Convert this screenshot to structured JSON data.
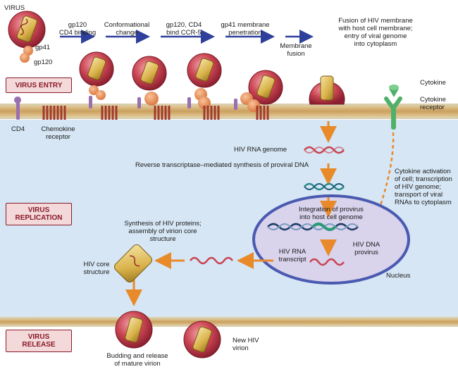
{
  "header": {
    "virus": "VIRUS",
    "gp41": "gp41",
    "gp120": "gp120"
  },
  "steps": {
    "s1a": "gp120",
    "s1b": "CD4 binding",
    "s2a": "Conformational",
    "s2b": "change",
    "s3a": "gp120, CD4",
    "s3b": "bind CCR-5",
    "s4a": "gp41 membrane",
    "s4b": "penetration",
    "s5a": "Membrane",
    "s5b": "fusion",
    "s6a": "Fusion of HIV membrane",
    "s6b": "with host cell membrane;",
    "s6c": "entry of viral genome",
    "s6d": "into cytoplasm"
  },
  "stages": {
    "entry": "VIRUS ENTRY",
    "replication_a": "VIRUS",
    "replication_b": "REPLICATION",
    "release_a": "VIRUS",
    "release_b": "RELEASE"
  },
  "membrane_labels": {
    "cd4": "CD4",
    "chemokine_a": "Chemokine",
    "chemokine_b": "receptor",
    "cytokine": "Cytokine",
    "cytokine_receptor_a": "Cytokine",
    "cytokine_receptor_b": "receptor"
  },
  "replication": {
    "rna_genome": "HIV RNA genome",
    "rt_synthesis": "Reverse transcriptase–mediated synthesis of proviral DNA",
    "cytokine_activation": [
      "Cytokine activation",
      "of cell; transcription",
      "of HIV genome;",
      "transport of viral",
      "RNAs to cytoplasm"
    ],
    "integration_a": "Integration of provirus",
    "integration_b": "into host cell genome",
    "dna_provirus_a": "HIV DNA",
    "dna_provirus_b": "provirus",
    "rna_transcript_a": "HIV RNA",
    "rna_transcript_b": "transcript",
    "nucleus": "Nucleus",
    "protein_synth_a": "Synthesis of HIV proteins;",
    "protein_synth_b": "assembly of virion core",
    "protein_synth_c": "structure",
    "core_a": "HIV core",
    "core_b": "structure"
  },
  "release": {
    "budding_a": "Budding and release",
    "budding_b": "of mature virion",
    "new_a": "New HIV",
    "new_b": "virion"
  },
  "colors": {
    "cytoplasm": "#d6e6f4",
    "virion": "#c94452",
    "core": "#d9b24a",
    "arrow_orange": "#e88a2a",
    "arrow_blue": "#2f3f9c",
    "receptor_purple": "#9a6fb0",
    "nucleus": "#d9d3ec",
    "cytokine_green": "#4fb06a"
  }
}
